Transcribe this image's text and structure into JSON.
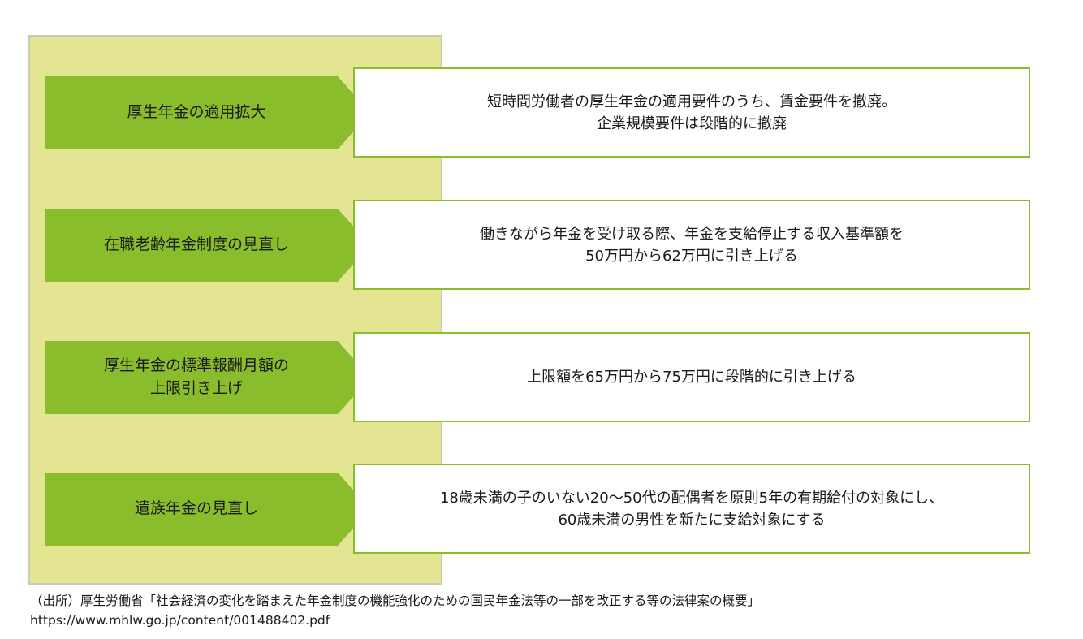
{
  "rows": [
    {
      "label": "厚生年金の適用拡大",
      "description": "短時間労働者の厚生年金の適用要件のうち、賃金要件を撤廃。\n企業規模要件は段階的に撤廃"
    },
    {
      "label": "在職老齢年金制度の見直し",
      "description": "働きながら年金を受け取る際、年金を支給停止する収入基準額を\n50万円から62万円に引き上げる"
    },
    {
      "label": "厚生年金の標準報酬月額の\n上限引き上げ",
      "description": "上限額を65万円から75万円に段階的に引き上げる"
    },
    {
      "label": "遺族年金の見直し",
      "description": "18歳未満の子のいない20～50代の配偶者を原則5年の有期給付の対象にし、\n60歳未満の男性を新たに支給対象にする"
    }
  ],
  "source": {
    "line1": "（出所）厚生労働省「社会経済の変化を踏まえた年金制度の機能強化のための国民年金法等の一部を改正する等の法律案の概要」",
    "line2": "https://www.mhlw.go.jp/content/001488402.pdf"
  },
  "colors": {
    "arrow_fill": "#8abd2b",
    "panel_fill": "#e4e592",
    "box_border": "#8abd2b"
  }
}
